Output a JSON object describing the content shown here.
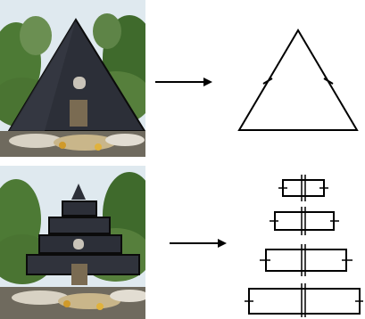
{
  "panels": [
    {
      "photo": "pyramid-monument-photo",
      "arrow": "right-arrow-icon",
      "shape": "isosceles-triangle-with-tick-marks"
    },
    {
      "photo": "stepped-pyramid-monument-photo",
      "arrow": "right-arrow-icon",
      "shape": "stacked-rectangles-with-symmetry-ticks"
    }
  ],
  "colors": {
    "sky": "#dfe9ef",
    "foliage": "#3f6a2c",
    "stone": "#2c2f38",
    "outline": "#000000"
  }
}
